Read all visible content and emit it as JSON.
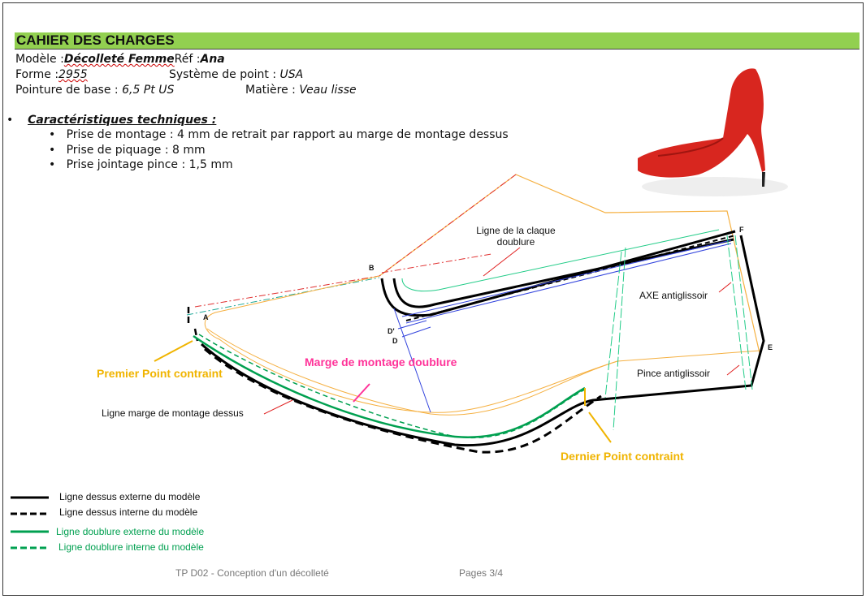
{
  "header": {
    "title": "CAHIER DES CHARGES"
  },
  "info": {
    "modele_label": "Modèle :",
    "modele_value": "Décolleté Femme",
    "ref_label": "Réf :",
    "ref_value": "Ana",
    "forme_label": "Forme :",
    "forme_value": "2955",
    "systeme_label": "Système de point :",
    "systeme_value": "USA",
    "pointure_label": "Pointure de base :",
    "pointure_value": "6,5 Pt US",
    "matiere_label": "Matière :",
    "matiere_value": "Veau lisse"
  },
  "tech": {
    "heading": "Caractéristiques techniques :",
    "items": [
      "Prise de montage : 4 mm de retrait par rapport au marge de montage dessus",
      "Prise de piquage : 8 mm",
      "Prise jointage pince : 1,5 mm"
    ]
  },
  "diagram": {
    "points": {
      "A": "A",
      "B": "B",
      "D1": "D'",
      "D": "D",
      "E": "E",
      "F": "F"
    },
    "claque_line1": "Ligne de la claque",
    "claque_line2": "doublure",
    "axe": "AXE antiglissoir",
    "pince": "Pince antiglissoir",
    "premier": "Premier Point contraint",
    "marge_doublure": "Marge de montage doublure",
    "marge_dessus": "Ligne marge de montage dessus",
    "dernier": "Dernier Point contraint"
  },
  "legend": [
    {
      "label": "Ligne dessus externe du modèle",
      "color": "#000000"
    },
    {
      "label": "Ligne dessus interne du modèle",
      "color": "#000000"
    },
    {
      "label": "Ligne doublure externe du modèle",
      "color": "#00a050"
    },
    {
      "label": "Ligne doublure interne du modèle",
      "color": "#00a050"
    }
  ],
  "footer": {
    "left": "TP D02 - Conception d'un décolleté",
    "right": "Pages 3/4"
  }
}
